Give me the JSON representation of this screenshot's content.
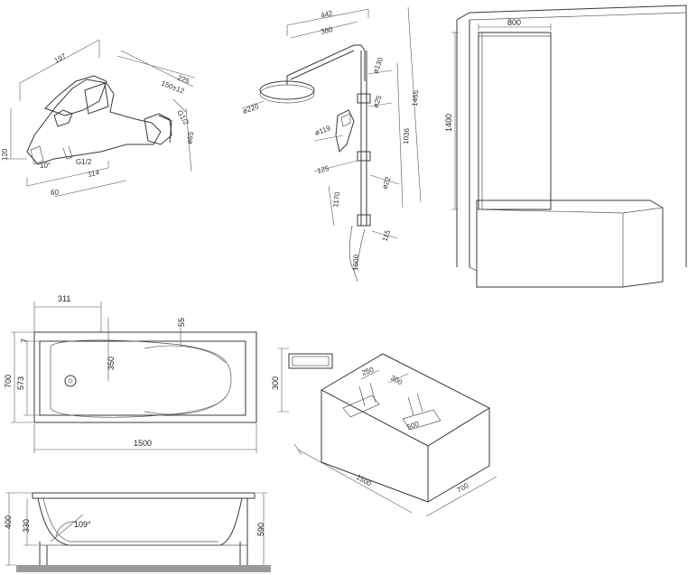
{
  "faucet": {
    "dims": [
      "197",
      "225",
      "150±12",
      "G1/2",
      "ø65",
      "120",
      "10°",
      "G1/2",
      "114",
      "60"
    ]
  },
  "shower_column": {
    "dims": [
      "442",
      "380",
      "ø220",
      "ø130",
      "ø25",
      "1036",
      "1465",
      "ø119",
      "125",
      "ø22",
      "1170",
      "115",
      "1500"
    ]
  },
  "bath_screen": {
    "width": "800",
    "height": "1400"
  },
  "tub_plan": {
    "dims": [
      "311",
      "55",
      "350",
      "700",
      "573",
      "7",
      "300",
      "1500"
    ]
  },
  "tub_iso": {
    "dims": [
      "250",
      "300",
      "500",
      "1500",
      "700"
    ]
  },
  "tub_side": {
    "dims": [
      "400",
      "330",
      "109°",
      "590"
    ]
  }
}
